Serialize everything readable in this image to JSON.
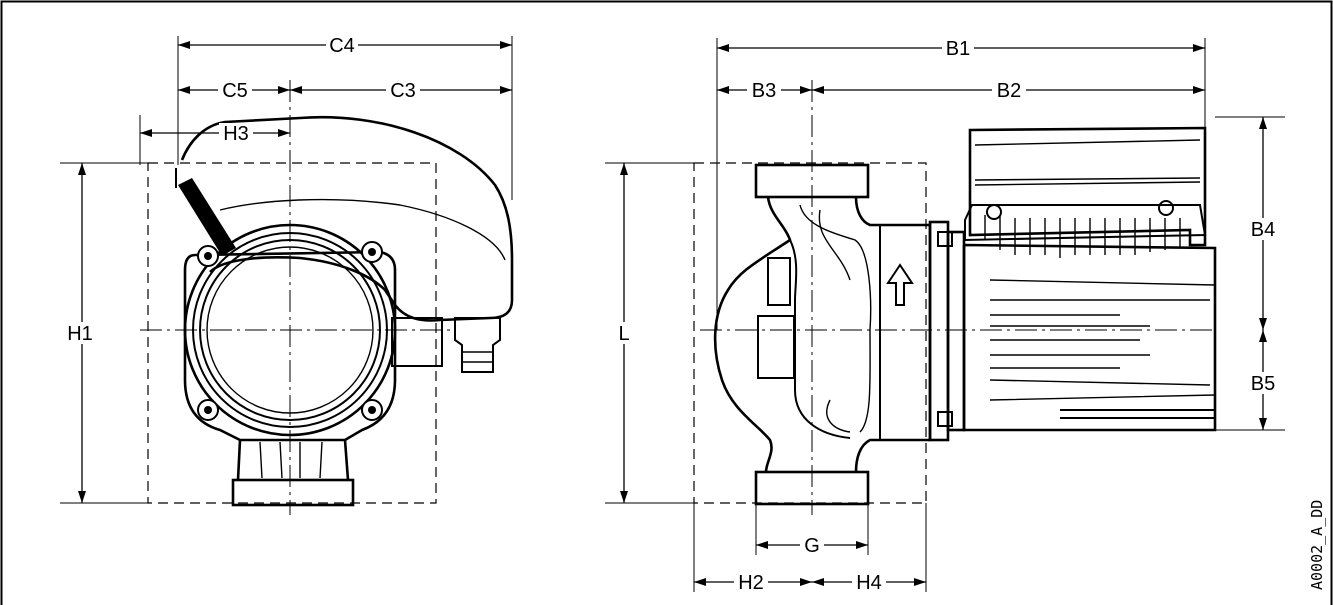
{
  "drawing_code": "A0002_A_DD",
  "flow_arrow": "arrow-up-icon",
  "side_view": {
    "labels": {
      "C4": "C4",
      "C5": "C5",
      "C3": "C3",
      "H3": "H3",
      "H1": "H1"
    }
  },
  "front_view": {
    "labels": {
      "B1": "B1",
      "B3": "B3",
      "B2": "B2",
      "B4": "B4",
      "B5": "B5",
      "L": "L",
      "G": "G",
      "H2": "H2",
      "H4": "H4"
    }
  }
}
